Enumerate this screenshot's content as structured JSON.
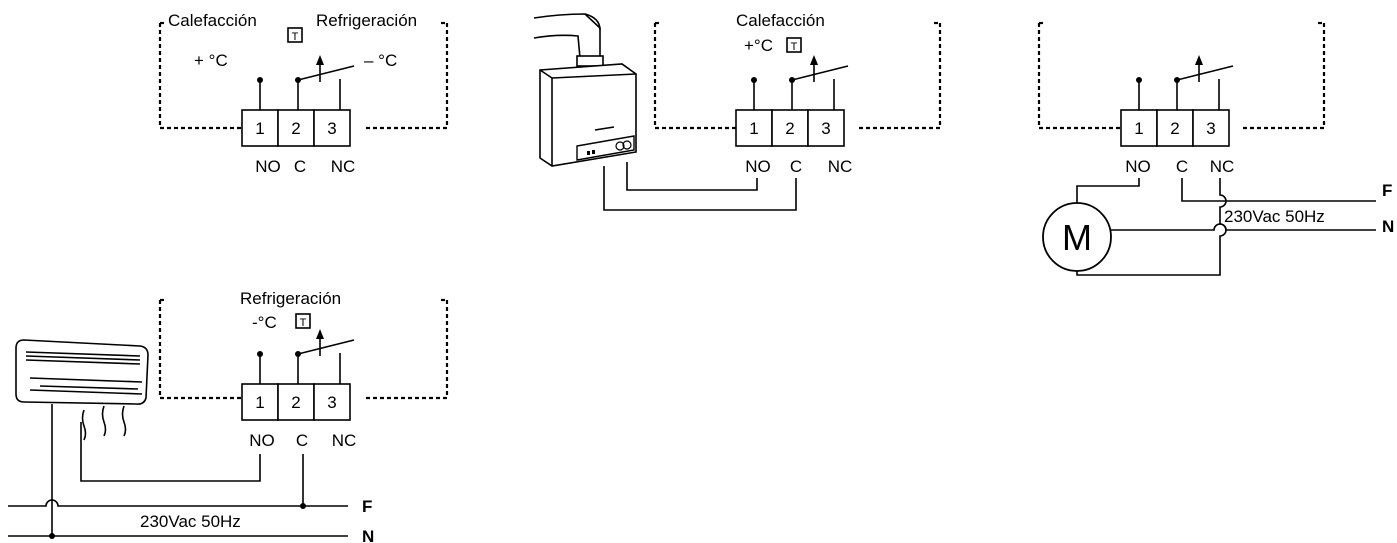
{
  "terminals": [
    "1",
    "2",
    "3"
  ],
  "contacts": [
    "NO",
    "C",
    "NC"
  ],
  "thermostat_symbol": "T",
  "diagram1": {
    "heating_label": "Calefacción",
    "cooling_label": "Refrigeración",
    "plus_temp": "+ °C",
    "minus_temp": "– °C"
  },
  "diagram2": {
    "heading": "Calefacción",
    "temp": "+°C"
  },
  "diagram3": {
    "motor_label": "M",
    "supply": "230Vac   50Hz",
    "phase": "F",
    "neutral": "N"
  },
  "diagram4": {
    "heading": "Refrigeración",
    "temp": "-°C",
    "supply": "230Vac 50Hz",
    "phase": "F",
    "neutral": "N"
  }
}
